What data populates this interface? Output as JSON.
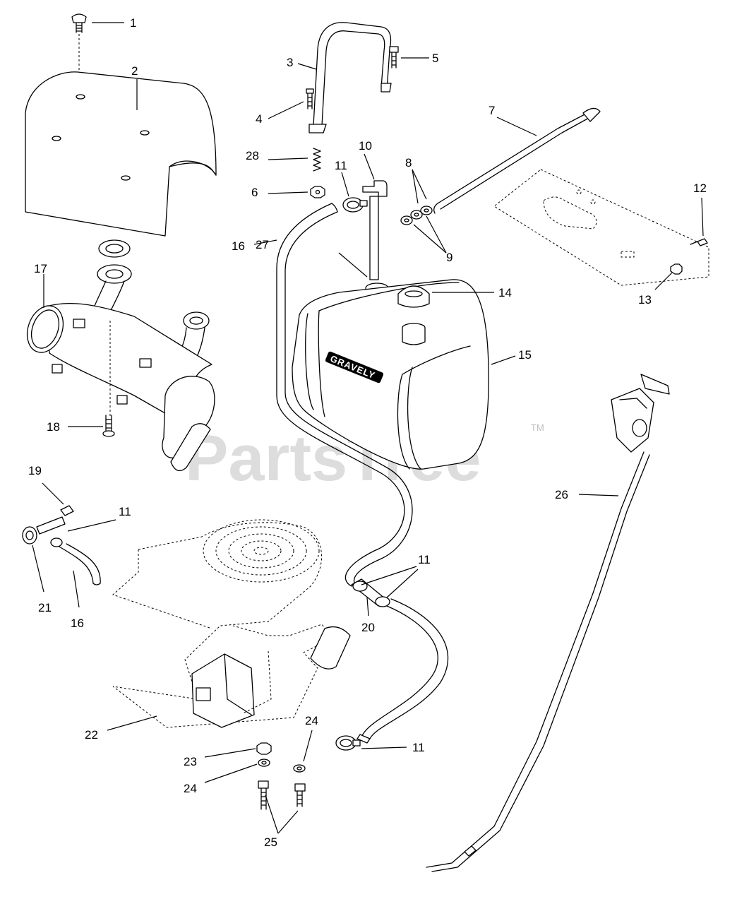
{
  "watermark": {
    "text": "PartsTree",
    "tm": "TM"
  },
  "tank_brand": "GRAVELY",
  "callouts": {
    "c1": "1",
    "c2": "2",
    "c3": "3",
    "c4": "4",
    "c5": "5",
    "c6": "6",
    "c7": "7",
    "c8": "8",
    "c9": "9",
    "c10": "10",
    "c11a": "11",
    "c11b": "11",
    "c11c": "11",
    "c11d": "11",
    "c12": "12",
    "c13": "13",
    "c14": "14",
    "c15": "15",
    "c16a": "16",
    "c16b": "16",
    "c17": "17",
    "c18": "18",
    "c19": "19",
    "c20": "20",
    "c21": "21",
    "c22": "22",
    "c23": "23",
    "c24a": "24",
    "c24b": "24",
    "c25": "25",
    "c26": "26",
    "c27": "27",
    "c28": "28"
  }
}
